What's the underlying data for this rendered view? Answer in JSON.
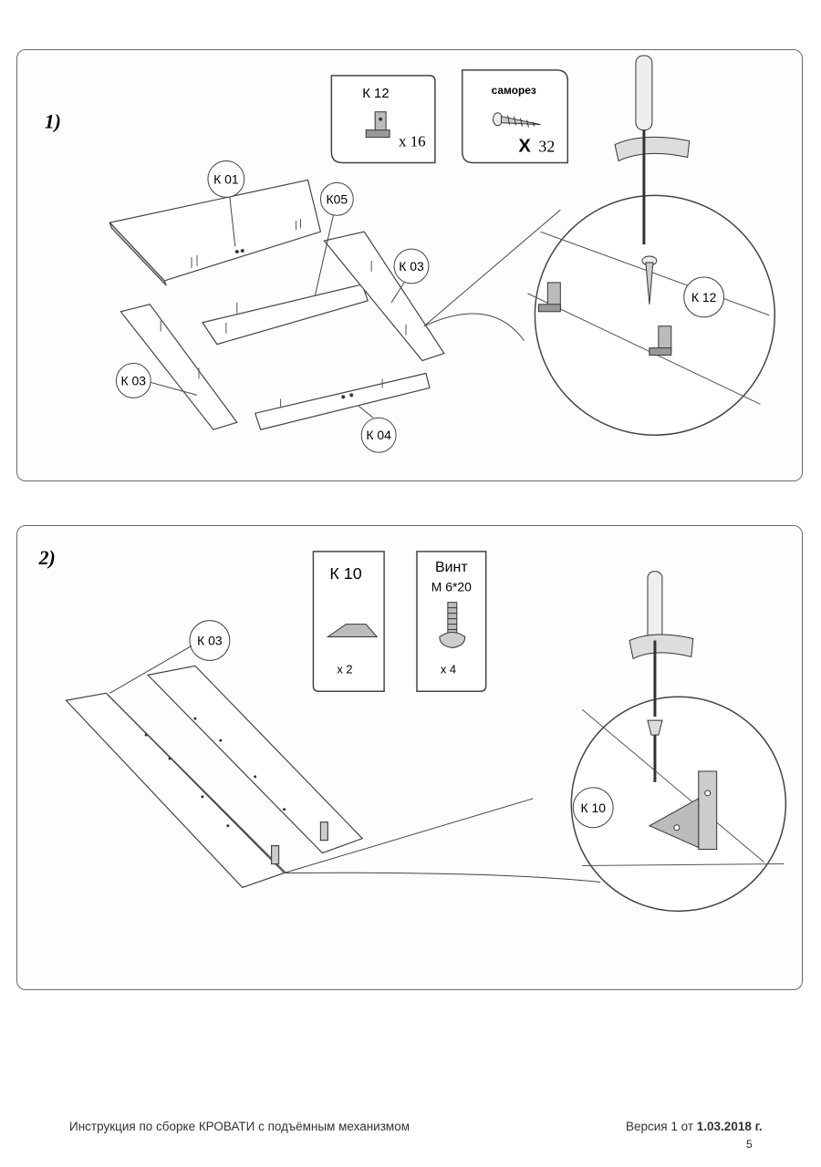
{
  "step1": {
    "number": "1)",
    "parts": {
      "k01": "К 01",
      "k05": "К05",
      "k03_right": "К 03",
      "k03_left": "К 03",
      "k04": "К 04"
    },
    "bracket_box": {
      "code": "К 12",
      "qty": "х 16"
    },
    "screw_box": {
      "name": "саморез",
      "qty_x": "Х",
      "qty": "32"
    },
    "zoom_label": "К 12"
  },
  "step2": {
    "number": "2)",
    "part_label": "К 03",
    "bracket_box": {
      "code": "К 10",
      "qty": "х 2"
    },
    "screw_box": {
      "name": "Винт",
      "size": "М 6*20",
      "qty": "х 4"
    },
    "zoom_label": "К 10"
  },
  "footer": {
    "title": "Инструкция по сборке КРОВАТИ с подъёмным механизмом",
    "version_prefix": "Версия 1 от ",
    "version_date": "1.03.2018 г.",
    "page_number": "5"
  }
}
